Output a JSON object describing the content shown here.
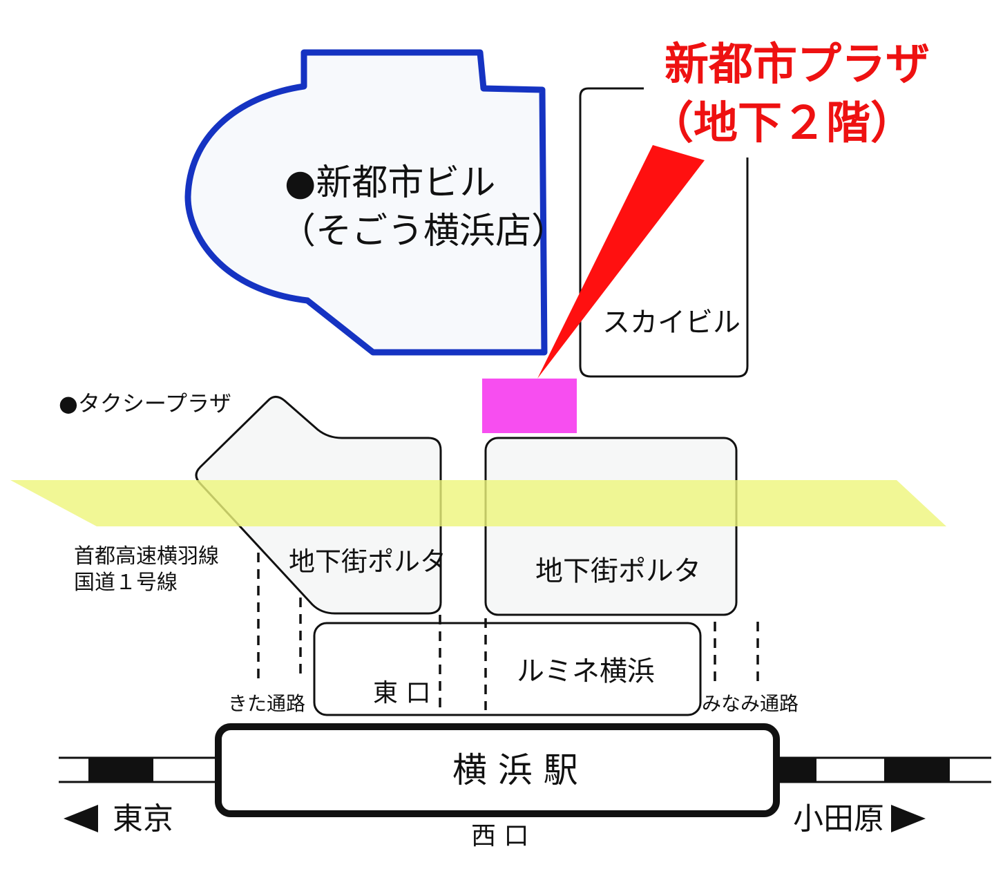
{
  "title": {
    "line1": "新都市プラザ",
    "line2": "（地下２階）"
  },
  "buildings": {
    "sogo": {
      "line1": "●新都市ビル",
      "line2": "（そごう横浜店）"
    },
    "sky": "スカイビル",
    "taxi": "●タクシープラザ",
    "porta_left": "地下街ポルタ",
    "porta_right": "地下街ポルタ",
    "lumine": "ルミネ横浜",
    "station": "横 浜 駅"
  },
  "roads": {
    "line1": "首都高速横羽線",
    "line2": "国道１号線"
  },
  "passages": {
    "north": "きた通路",
    "south": "みなみ通路"
  },
  "exits": {
    "east": "東 口",
    "west": "西 口"
  },
  "directions": {
    "left": "東京",
    "right": "小田原"
  },
  "colors": {
    "red": "#ee1111",
    "blue": "#1533c2",
    "magenta": "#f74ef0",
    "yellow": "#eef57a"
  }
}
